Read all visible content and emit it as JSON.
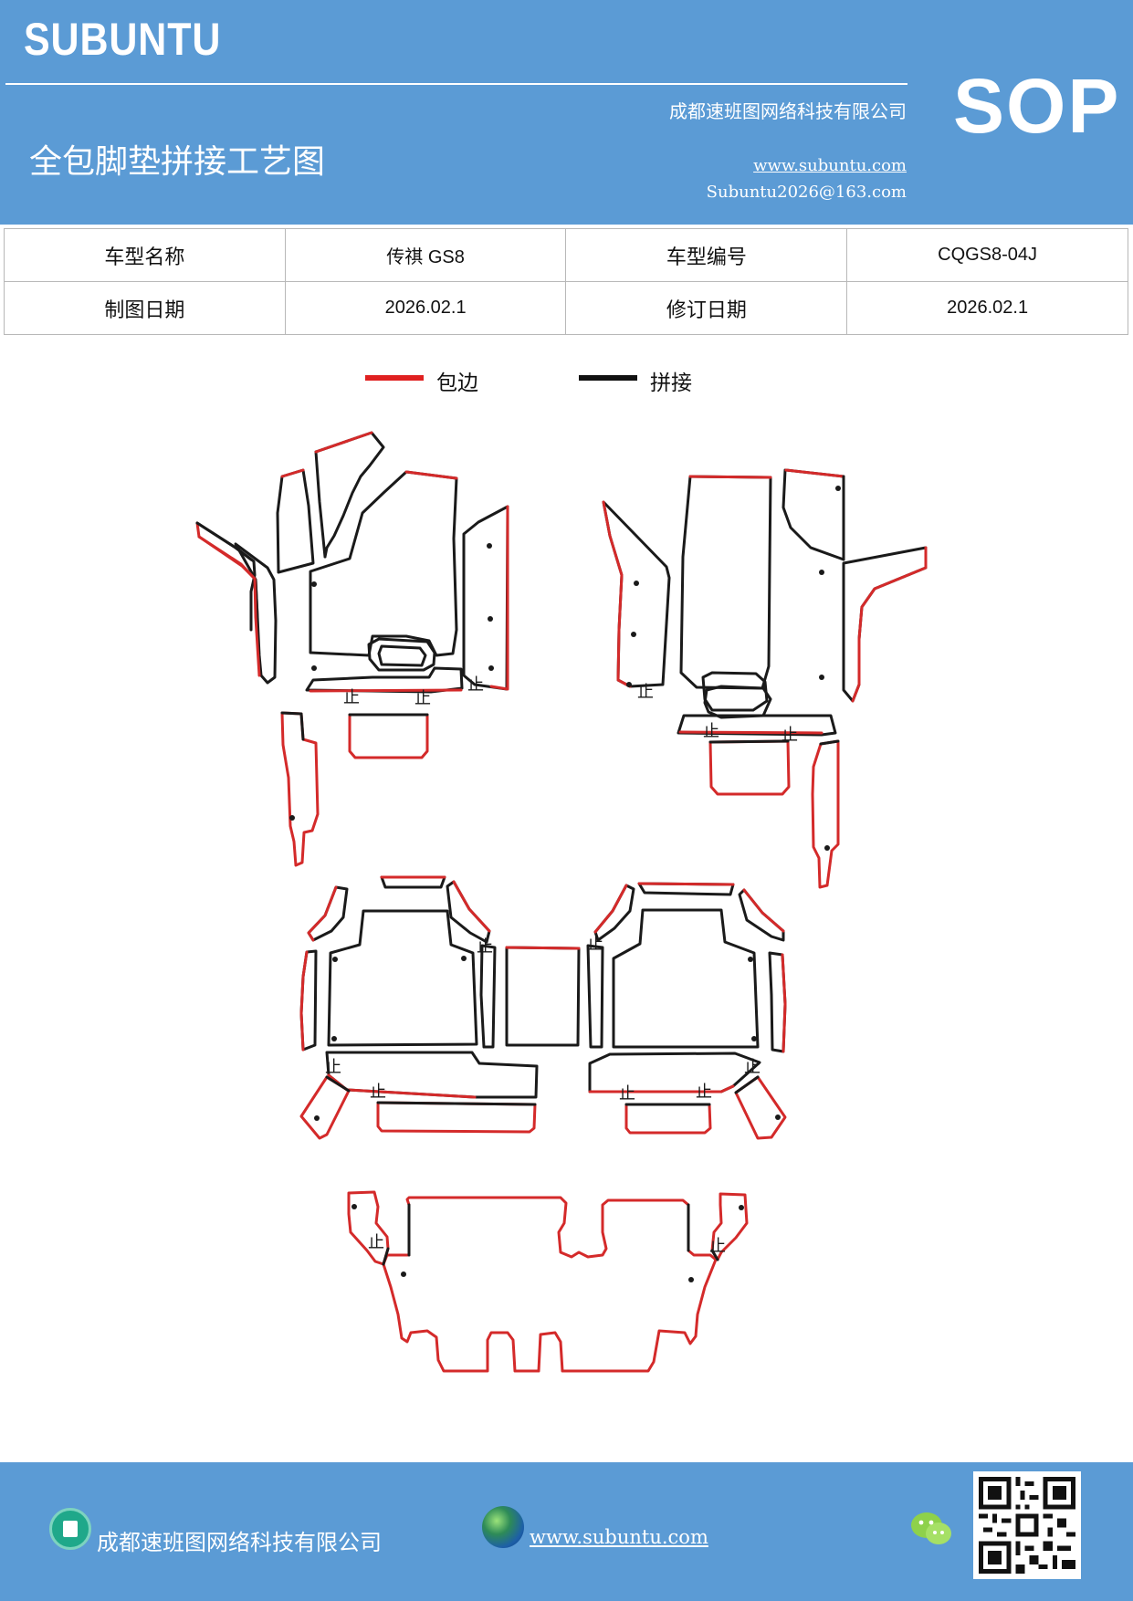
{
  "header": {
    "logo": "SUBUNTU",
    "sop": "SOP",
    "company": "成都速班图网络科技有限公司",
    "title": "全包脚垫拼接工艺图",
    "website": "www.subuntu.com",
    "email": "Subuntu2026@163.com"
  },
  "info": {
    "model_name_label": "车型名称",
    "model_name": "传祺 GS8",
    "model_code_label": "车型编号",
    "model_code": "CQGS8-04J",
    "draw_date_label": "制图日期",
    "draw_date": "2026.02.1",
    "revise_date_label": "修订日期",
    "revise_date": "2026.02.1"
  },
  "legend": {
    "items": [
      {
        "label": "包边",
        "color": "#e02020"
      },
      {
        "label": "拼接",
        "color": "#111111"
      }
    ]
  },
  "diagram": {
    "stop_mark": "止",
    "edge_color": "#d42a2a",
    "seam_color": "#1a1a1a"
  },
  "footer": {
    "company": "成都速班图网络科技有限公司",
    "website": "www.subuntu.com",
    "icons": [
      "building-icon",
      "globe-icon",
      "wechat-icon",
      "qr-code"
    ]
  },
  "colors": {
    "brand_blue": "#5b9bd5",
    "white": "#ffffff"
  }
}
